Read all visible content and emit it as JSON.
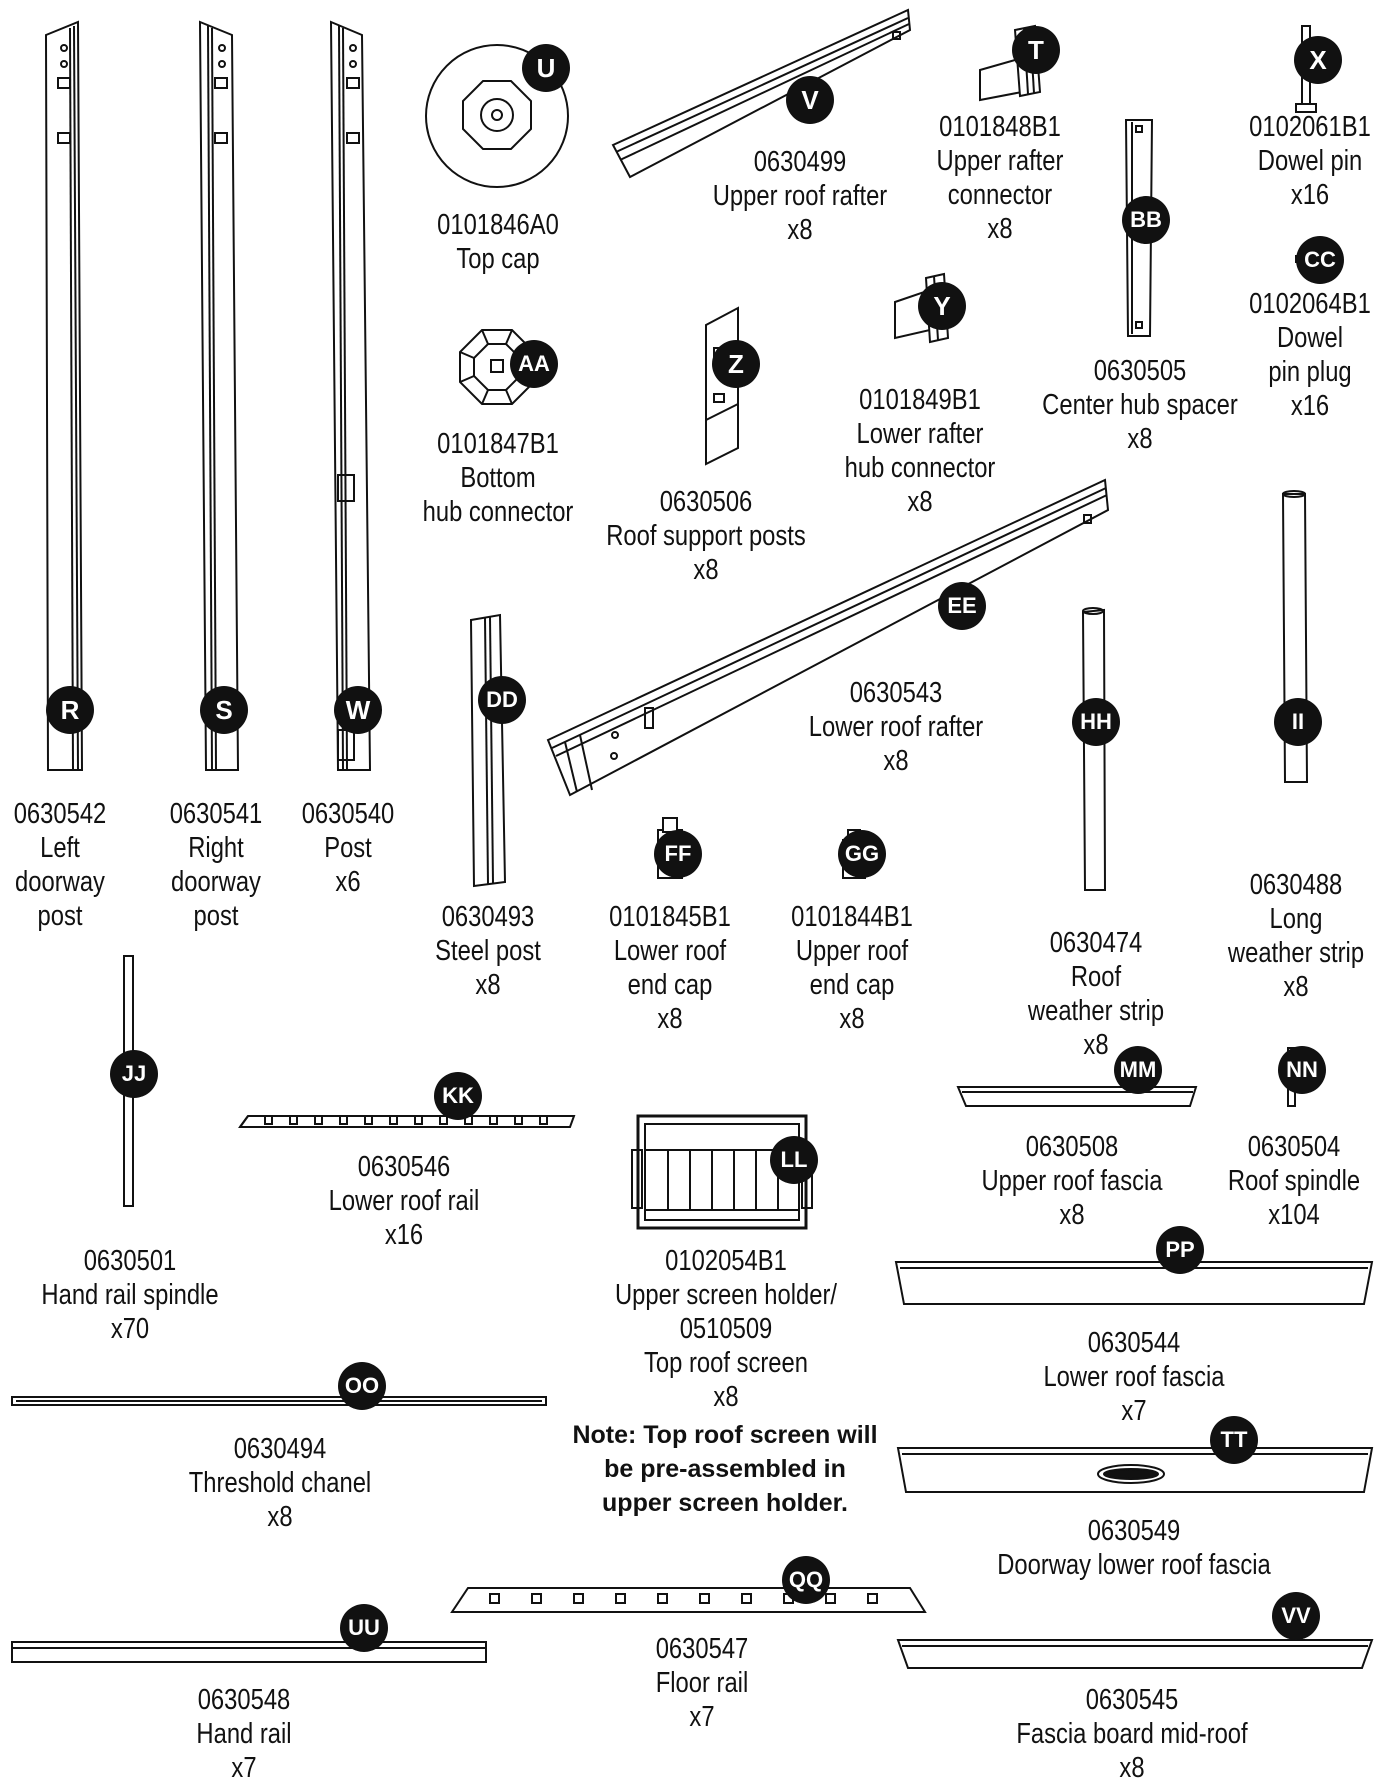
{
  "parts": [
    {
      "id": "U",
      "number": "0101846A0",
      "name_lines": [
        "Top cap"
      ],
      "qty": ""
    },
    {
      "id": "V",
      "number": "0630499",
      "name_lines": [
        "Upper roof rafter"
      ],
      "qty": "x8"
    },
    {
      "id": "T",
      "number": "0101848B1",
      "name_lines": [
        "Upper rafter",
        "connector"
      ],
      "qty": "x8"
    },
    {
      "id": "X",
      "number": "0102061B1",
      "name_lines": [
        "Dowel pin"
      ],
      "qty": "x16"
    },
    {
      "id": "CC",
      "number": "0102064B1",
      "name_lines": [
        "Dowel",
        "pin plug"
      ],
      "qty": "x16"
    },
    {
      "id": "BB",
      "number": "0630505",
      "name_lines": [
        "Center hub spacer"
      ],
      "qty": "x8"
    },
    {
      "id": "AA",
      "number": "0101847B1",
      "name_lines": [
        "Bottom",
        "hub connector"
      ],
      "qty": ""
    },
    {
      "id": "Z",
      "number": "0630506",
      "name_lines": [
        "Roof support posts"
      ],
      "qty": "x8"
    },
    {
      "id": "Y",
      "number": "0101849B1",
      "name_lines": [
        "Lower rafter",
        "hub connector"
      ],
      "qty": "x8"
    },
    {
      "id": "R",
      "number": "0630542",
      "name_lines": [
        "Left",
        "doorway",
        "post"
      ],
      "qty": ""
    },
    {
      "id": "S",
      "number": "0630541",
      "name_lines": [
        "Right",
        "doorway",
        "post"
      ],
      "qty": ""
    },
    {
      "id": "W",
      "number": "0630540",
      "name_lines": [
        "Post"
      ],
      "qty": "x6"
    },
    {
      "id": "DD",
      "number": "0630493",
      "name_lines": [
        "Steel post"
      ],
      "qty": "x8"
    },
    {
      "id": "EE",
      "number": "0630543",
      "name_lines": [
        "Lower roof rafter"
      ],
      "qty": "x8"
    },
    {
      "id": "FF",
      "number": "0101845B1",
      "name_lines": [
        "Lower roof",
        "end cap"
      ],
      "qty": "x8"
    },
    {
      "id": "GG",
      "number": "0101844B1",
      "name_lines": [
        "Upper roof",
        "end cap"
      ],
      "qty": "x8"
    },
    {
      "id": "HH",
      "number": "0630474",
      "name_lines": [
        "Roof",
        "weather strip"
      ],
      "qty": "x8"
    },
    {
      "id": "II",
      "number": "0630488",
      "name_lines": [
        "Long",
        "weather strip"
      ],
      "qty": "x8"
    },
    {
      "id": "JJ",
      "number": "0630501",
      "name_lines": [
        "Hand rail spindle"
      ],
      "qty": "x70"
    },
    {
      "id": "KK",
      "number": "0630546",
      "name_lines": [
        "Lower roof rail"
      ],
      "qty": "x16"
    },
    {
      "id": "LL",
      "number": "0102054B1",
      "name_lines": [
        "Upper screen holder/",
        "0510509",
        "Top roof screen"
      ],
      "qty": "x8"
    },
    {
      "id": "MM",
      "number": "0630508",
      "name_lines": [
        "Upper roof fascia"
      ],
      "qty": "x8"
    },
    {
      "id": "NN",
      "number": "0630504",
      "name_lines": [
        "Roof spindle"
      ],
      "qty": "x104"
    },
    {
      "id": "PP",
      "number": "0630544",
      "name_lines": [
        "Lower roof fascia"
      ],
      "qty": "x7"
    },
    {
      "id": "OO",
      "number": "0630494",
      "name_lines": [
        "Threshold chanel"
      ],
      "qty": "x8"
    },
    {
      "id": "TT",
      "number": "0630549",
      "name_lines": [
        "Doorway lower roof fascia"
      ],
      "qty": ""
    },
    {
      "id": "UU",
      "number": "0630548",
      "name_lines": [
        "Hand rail"
      ],
      "qty": "x7"
    },
    {
      "id": "QQ",
      "number": "0630547",
      "name_lines": [
        "Floor rail"
      ],
      "qty": "x7"
    },
    {
      "id": "VV",
      "number": "0630545",
      "name_lines": [
        "Fascia board mid-roof"
      ],
      "qty": "x8"
    }
  ],
  "note_lines": [
    "Note: Top roof screen will",
    "be pre-assembled in",
    "upper screen holder."
  ]
}
